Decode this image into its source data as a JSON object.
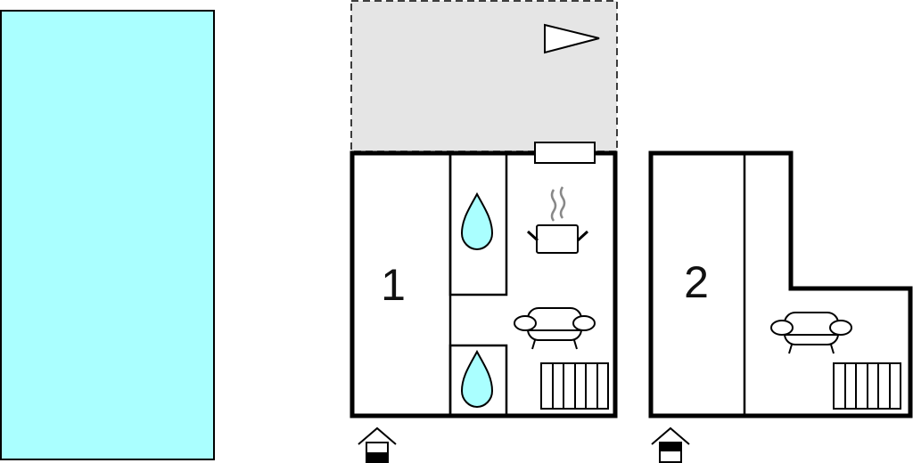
{
  "floorplan": {
    "units": [
      {
        "label": "1"
      },
      {
        "label": "2"
      }
    ],
    "colors": {
      "pool": "#aaffff",
      "terrace": "#e5e5e5",
      "water_drop": "#aaffff",
      "wall": "#000000"
    },
    "icons": [
      "pool",
      "terrace",
      "sun-direction-icon",
      "window-icon",
      "water-drop-icon",
      "cooking-pot-icon",
      "sofa-icon",
      "radiator-icon",
      "entrance-icon"
    ]
  }
}
